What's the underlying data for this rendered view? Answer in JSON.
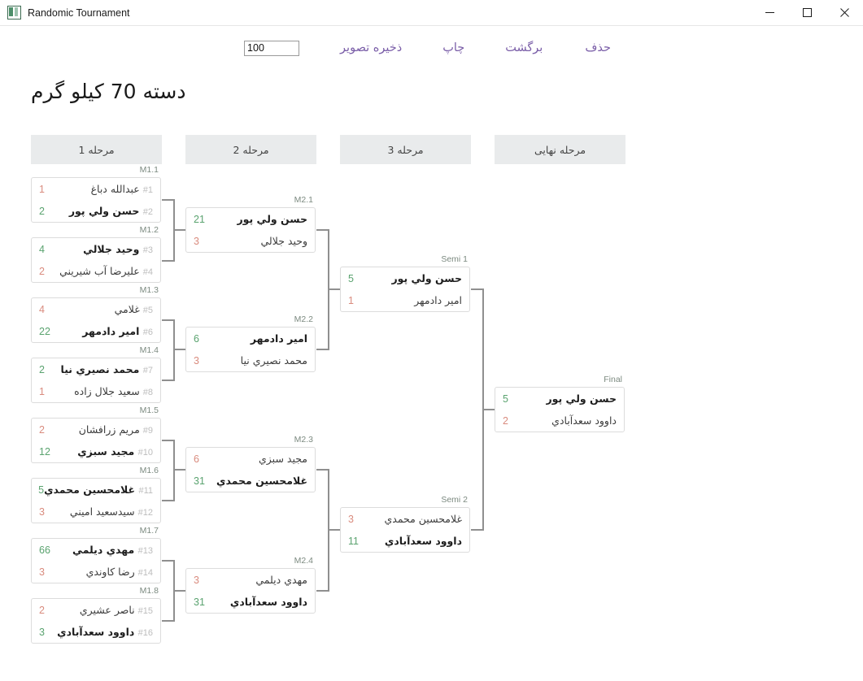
{
  "window": {
    "title": "Randomic Tournament",
    "icon": "app-icon",
    "controls": {
      "minimize": "minimize-icon",
      "maximize": "maximize-icon",
      "close": "close-icon"
    }
  },
  "toolbar": {
    "delete_label": "حذف",
    "back_label": "برگشت",
    "print_label": "چاپ",
    "save_image_label": "ذخیره تصویر",
    "count_value": "100"
  },
  "page": {
    "title": "دسته 70 کیلو گرم"
  },
  "rounds": [
    {
      "label": "مرحله 1"
    },
    {
      "label": "مرحله 2"
    },
    {
      "label": "مرحله 3"
    },
    {
      "label": "مرحله نهایی"
    }
  ],
  "colors": {
    "accent_link": "#7a5ea8",
    "win_score": "#5aa36f",
    "lose_score": "#d98b7e",
    "round_header_bg": "#e9ebec",
    "connector": "#8f8f8f"
  },
  "matches": {
    "m11": {
      "label": "M1.1",
      "top": {
        "seed": "#1",
        "name": "عبدالله دباغ",
        "score": "1",
        "winner": false
      },
      "bottom": {
        "seed": "#2",
        "name": "حسن ولي پور",
        "score": "2",
        "winner": true
      }
    },
    "m12": {
      "label": "M1.2",
      "top": {
        "seed": "#3",
        "name": "وحيد جلالي",
        "score": "4",
        "winner": true
      },
      "bottom": {
        "seed": "#4",
        "name": "عليرضا آب شيريني",
        "score": "2",
        "winner": false
      }
    },
    "m13": {
      "label": "M1.3",
      "top": {
        "seed": "#5",
        "name": "غلامي",
        "score": "4",
        "winner": false
      },
      "bottom": {
        "seed": "#6",
        "name": "امير دادمهر",
        "score": "22",
        "winner": true
      }
    },
    "m14": {
      "label": "M1.4",
      "top": {
        "seed": "#7",
        "name": "محمد نصيري نيا",
        "score": "2",
        "winner": true
      },
      "bottom": {
        "seed": "#8",
        "name": "سعيد جلال زاده",
        "score": "1",
        "winner": false
      }
    },
    "m15": {
      "label": "M1.5",
      "top": {
        "seed": "#9",
        "name": "مريم زرافشان",
        "score": "2",
        "winner": false
      },
      "bottom": {
        "seed": "#10",
        "name": "مجيد سبزي",
        "score": "12",
        "winner": true
      }
    },
    "m16": {
      "label": "M1.6",
      "top": {
        "seed": "#11",
        "name": "غلامحسين محمدي",
        "score": "5",
        "winner": true
      },
      "bottom": {
        "seed": "#12",
        "name": "سيدسعيد اميني",
        "score": "3",
        "winner": false
      }
    },
    "m17": {
      "label": "M1.7",
      "top": {
        "seed": "#13",
        "name": "مهدي ديلمي",
        "score": "66",
        "winner": true
      },
      "bottom": {
        "seed": "#14",
        "name": "رضا كاوندي",
        "score": "3",
        "winner": false
      }
    },
    "m18": {
      "label": "M1.8",
      "top": {
        "seed": "#15",
        "name": "ناصر عشيري",
        "score": "2",
        "winner": false
      },
      "bottom": {
        "seed": "#16",
        "name": "داوود سعدآبادي",
        "score": "3",
        "winner": true
      }
    },
    "m21": {
      "label": "M2.1",
      "top": {
        "seed": "",
        "name": "حسن ولي پور",
        "score": "21",
        "winner": true
      },
      "bottom": {
        "seed": "",
        "name": "وحيد جلالي",
        "score": "3",
        "winner": false
      }
    },
    "m22": {
      "label": "M2.2",
      "top": {
        "seed": "",
        "name": "امير دادمهر",
        "score": "6",
        "winner": true
      },
      "bottom": {
        "seed": "",
        "name": "محمد نصيري نيا",
        "score": "3",
        "winner": false
      }
    },
    "m23": {
      "label": "M2.3",
      "top": {
        "seed": "",
        "name": "مجيد سبزي",
        "score": "6",
        "winner": false
      },
      "bottom": {
        "seed": "",
        "name": "غلامحسين محمدي",
        "score": "31",
        "winner": true
      }
    },
    "m24": {
      "label": "M2.4",
      "top": {
        "seed": "",
        "name": "مهدي ديلمي",
        "score": "3",
        "winner": false
      },
      "bottom": {
        "seed": "",
        "name": "داوود سعدآبادي",
        "score": "31",
        "winner": true
      }
    },
    "semi1": {
      "label": "Semi 1",
      "top": {
        "seed": "",
        "name": "حسن ولي پور",
        "score": "5",
        "winner": true
      },
      "bottom": {
        "seed": "",
        "name": "امير دادمهر",
        "score": "1",
        "winner": false
      }
    },
    "semi2": {
      "label": "Semi 2",
      "top": {
        "seed": "",
        "name": "غلامحسين محمدي",
        "score": "3",
        "winner": false
      },
      "bottom": {
        "seed": "",
        "name": "داوود سعدآبادي",
        "score": "11",
        "winner": true
      }
    },
    "final": {
      "label": "Final",
      "top": {
        "seed": "",
        "name": "حسن ولي پور",
        "score": "5",
        "winner": true
      },
      "bottom": {
        "seed": "",
        "name": "داوود سعدآبادي",
        "score": "2",
        "winner": false
      }
    }
  }
}
